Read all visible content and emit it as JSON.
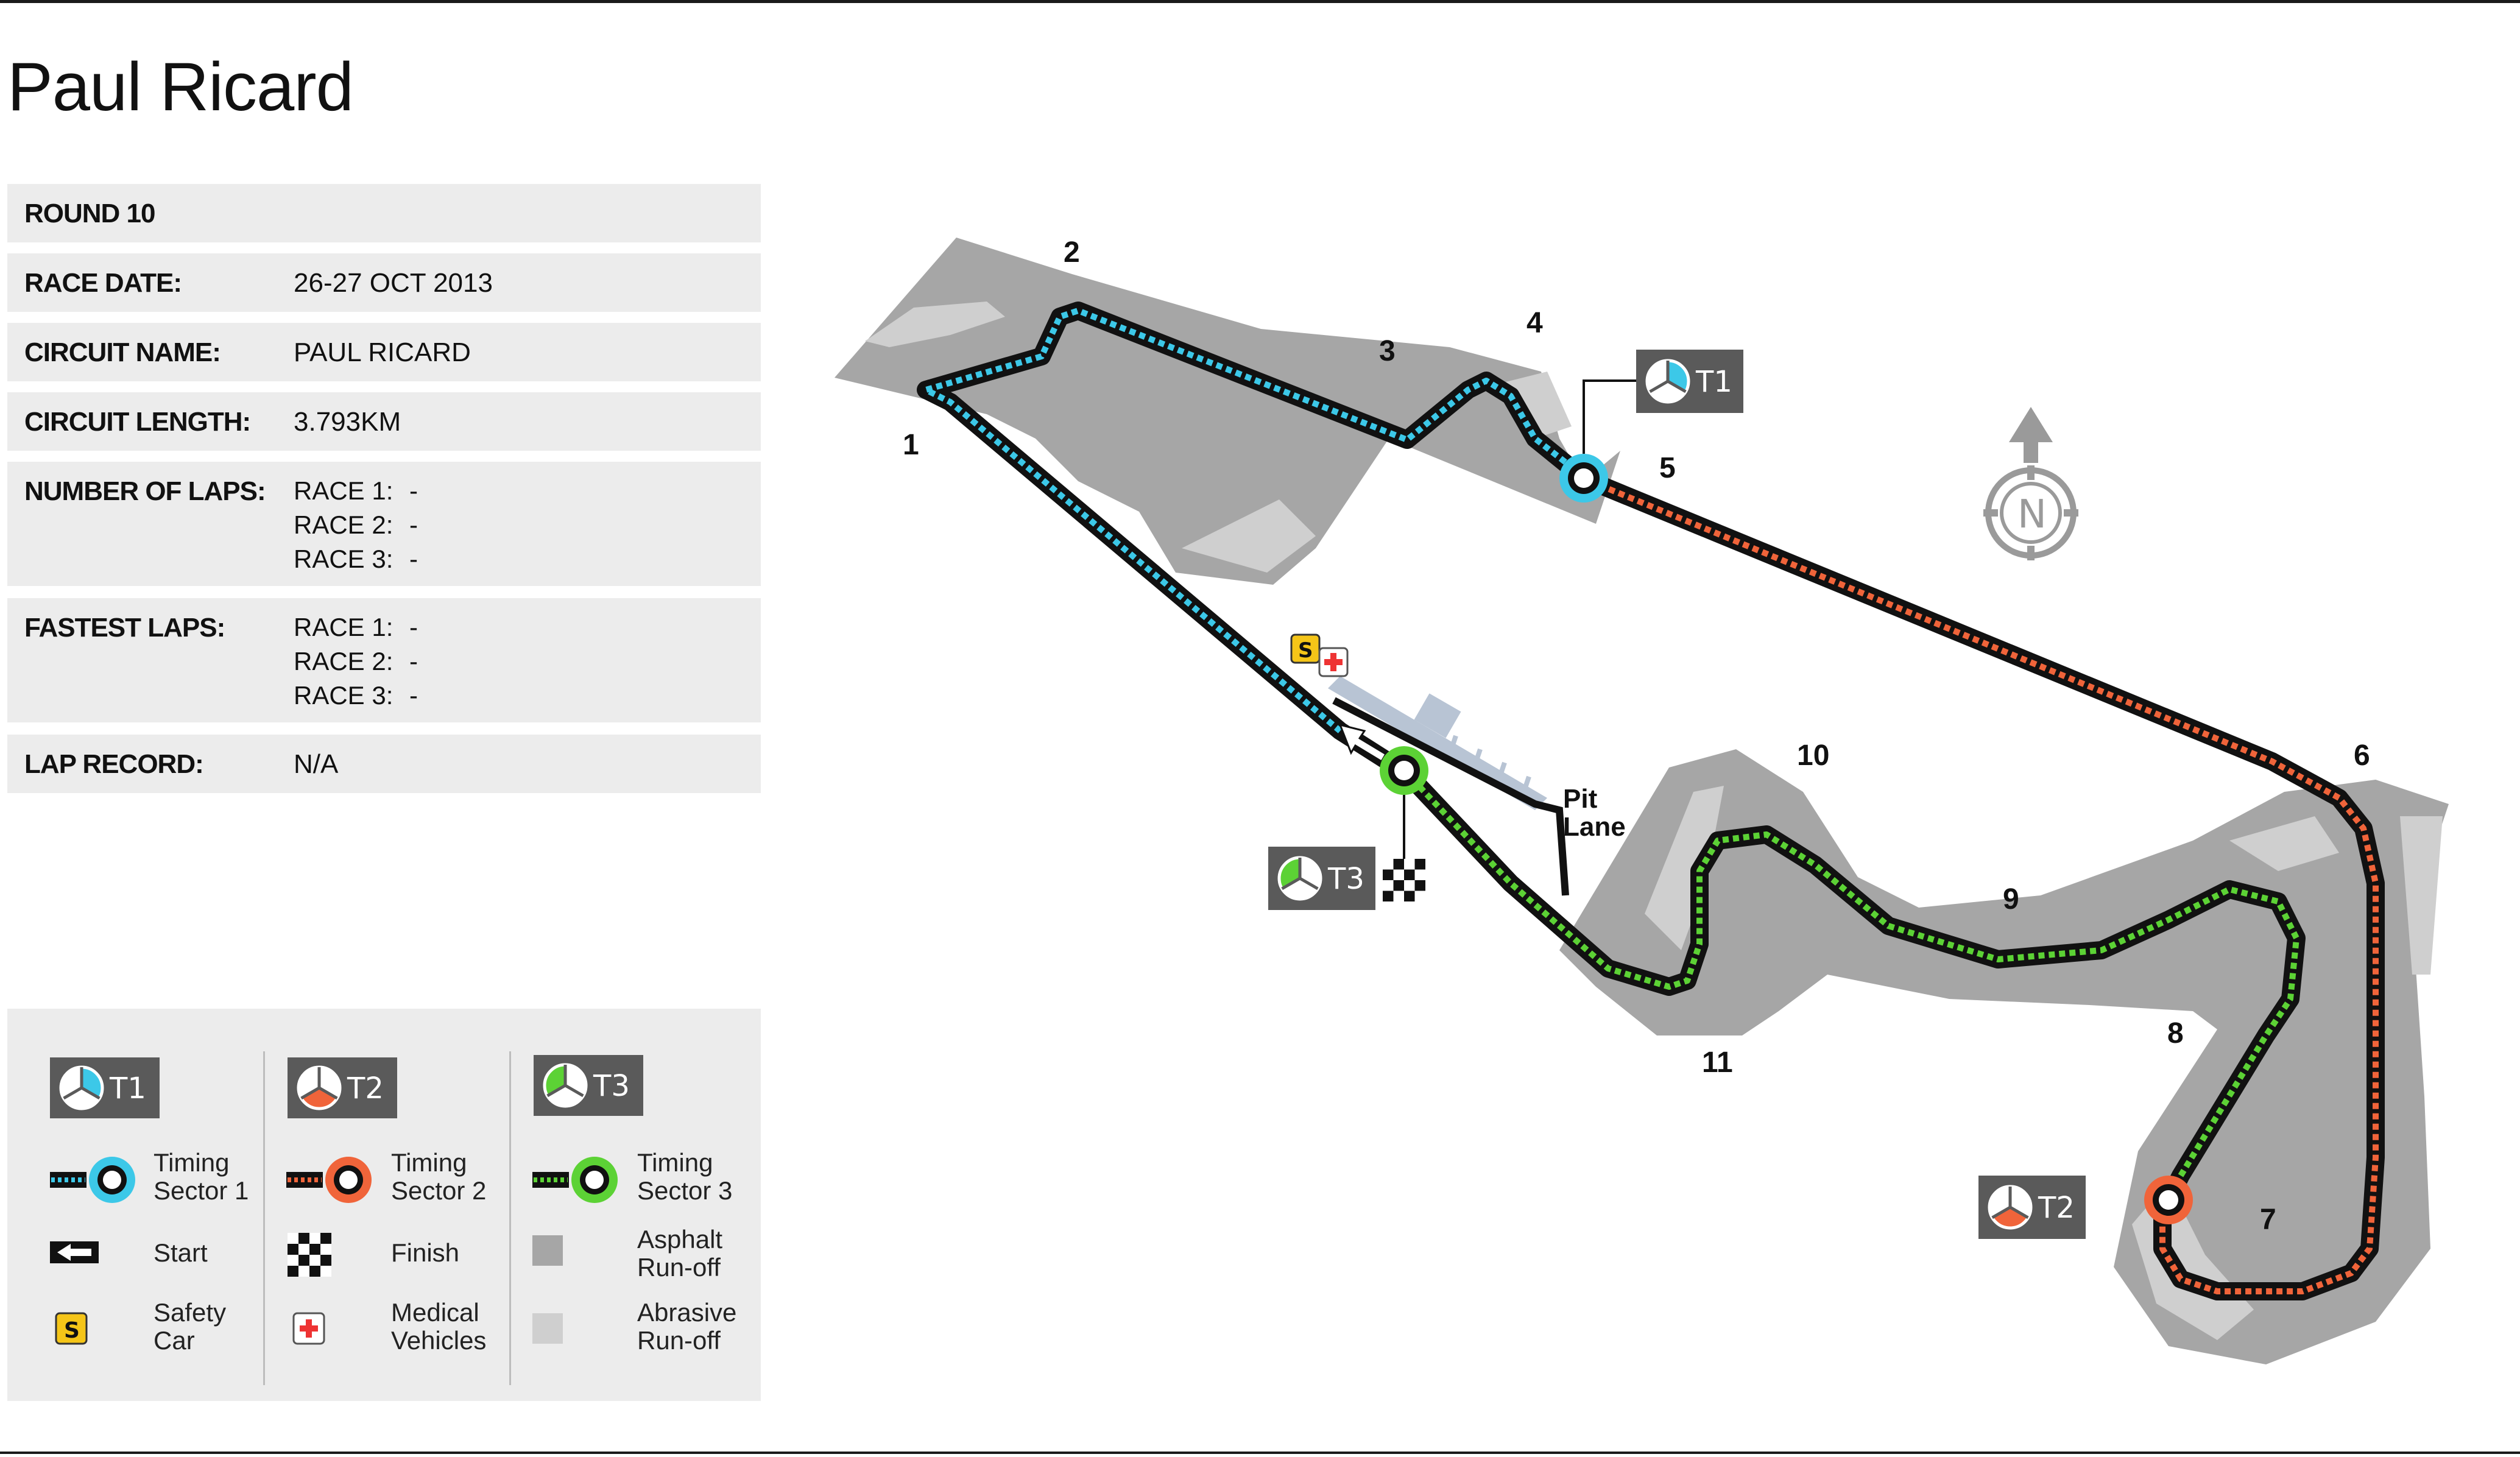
{
  "page": {
    "title": "Paul Ricard"
  },
  "info": {
    "round": "ROUND 10",
    "race_date_label": "RACE DATE:",
    "race_date": "26-27 OCT 2013",
    "circuit_name_label": "CIRCUIT NAME:",
    "circuit_name": "PAUL RICARD",
    "circuit_length_label": "CIRCUIT LENGTH:",
    "circuit_length": "3.793KM",
    "laps_label": "NUMBER OF LAPS:",
    "laps": [
      {
        "race": "RACE 1:",
        "value": "-"
      },
      {
        "race": "RACE 2:",
        "value": "-"
      },
      {
        "race": "RACE 3:",
        "value": "-"
      }
    ],
    "fastest_label": "FASTEST LAPS:",
    "fastest": [
      {
        "race": "RACE 1:",
        "value": "-"
      },
      {
        "race": "RACE 2:",
        "value": "-"
      },
      {
        "race": "RACE 3:",
        "value": "-"
      }
    ],
    "lap_record_label": "LAP RECORD:",
    "lap_record": "N/A"
  },
  "legend": {
    "t1_badge": "T1",
    "t2_badge": "T2",
    "t3_badge": "T3",
    "sector1_l1": "Timing",
    "sector1_l2": "Sector 1",
    "sector2_l1": "Timing",
    "sector2_l2": "Sector 2",
    "sector3_l1": "Timing",
    "sector3_l2": "Sector 3",
    "start": "Start",
    "finish": "Finish",
    "asphalt_l1": "Asphalt",
    "asphalt_l2": "Run-off",
    "safety_l1": "Safety",
    "safety_l2": "Car",
    "medical_l1": "Medical",
    "medical_l2": "Vehicles",
    "abrasive_l1": "Abrasive",
    "abrasive_l2": "Run-off",
    "safety_letter": "S"
  },
  "map": {
    "turns": [
      "1",
      "2",
      "3",
      "4",
      "5",
      "6",
      "7",
      "8",
      "9",
      "10",
      "11"
    ],
    "pit_lane_l1": "Pit",
    "pit_lane_l2": "Lane",
    "t1_badge": "T1",
    "t2_badge": "T2",
    "t3_badge": "T3",
    "safety_letter": "S",
    "compass_letter": "N",
    "colors": {
      "sector1": "#3cc8e8",
      "sector2": "#f0643a",
      "sector3": "#5cd235",
      "track": "#111111",
      "asphalt": "#a6a6a6",
      "abrasive": "#cfcfcf",
      "badge": "#5a5a5a"
    }
  }
}
